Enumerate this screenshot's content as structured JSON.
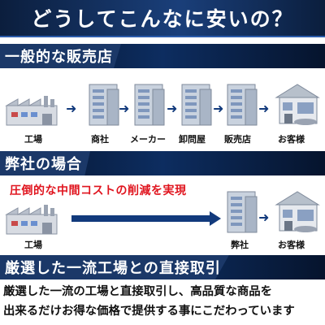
{
  "header": {
    "title": "どうしてこんなに安いの？"
  },
  "section_general": {
    "title": "一般的な販売店"
  },
  "chain": {
    "items": [
      "工場",
      "商社",
      "メーカー",
      "卸問屋",
      "販売店",
      "お客様"
    ]
  },
  "section_ours": {
    "title": "弊社の場合"
  },
  "ours": {
    "slogan": "圧倒的な中間コストの削減を実現",
    "factory_label": "工場",
    "company_label": "弊社",
    "customer_label": "お客様"
  },
  "section_direct": {
    "title": "厳選した一流工場との直接取引"
  },
  "description": {
    "line1": "厳選した一流の工場と直接取引し、高品質な商品を",
    "line2": "出来るだけお得な価格で提供する事にこだわっています"
  }
}
